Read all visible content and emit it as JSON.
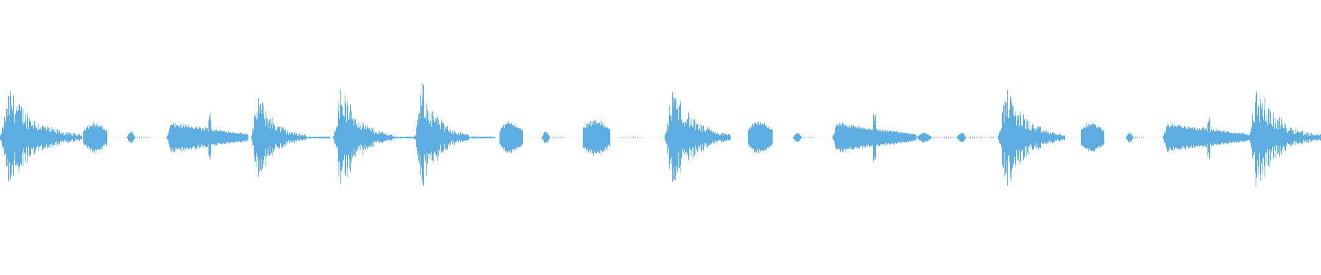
{
  "waveform": {
    "color": "#5dade2",
    "background": "#ffffff",
    "segments": [
      {
        "start": 0.0,
        "end": 0.062,
        "peak": 0.48,
        "shape": "burst"
      },
      {
        "start": 0.063,
        "end": 0.081,
        "peak": 0.14,
        "shape": "blob"
      },
      {
        "start": 0.096,
        "end": 0.102,
        "peak": 0.06,
        "shape": "tick"
      },
      {
        "start": 0.102,
        "end": 0.112,
        "peak": 0.008,
        "shape": "dots"
      },
      {
        "start": 0.126,
        "end": 0.188,
        "peak": 0.14,
        "shape": "ramp"
      },
      {
        "start": 0.158,
        "end": 0.16,
        "peak": 0.26,
        "shape": "spike"
      },
      {
        "start": 0.19,
        "end": 0.232,
        "peak": 0.43,
        "shape": "burst"
      },
      {
        "start": 0.232,
        "end": 0.25,
        "peak": 0.01,
        "shape": "flat"
      },
      {
        "start": 0.252,
        "end": 0.298,
        "peak": 0.51,
        "shape": "burst"
      },
      {
        "start": 0.298,
        "end": 0.314,
        "peak": 0.01,
        "shape": "flat"
      },
      {
        "start": 0.314,
        "end": 0.355,
        "peak": 0.52,
        "shape": "burst"
      },
      {
        "start": 0.355,
        "end": 0.375,
        "peak": 0.01,
        "shape": "flat"
      },
      {
        "start": 0.378,
        "end": 0.396,
        "peak": 0.15,
        "shape": "blob"
      },
      {
        "start": 0.41,
        "end": 0.416,
        "peak": 0.06,
        "shape": "tick"
      },
      {
        "start": 0.416,
        "end": 0.428,
        "peak": 0.008,
        "shape": "dots"
      },
      {
        "start": 0.441,
        "end": 0.462,
        "peak": 0.17,
        "shape": "blob"
      },
      {
        "start": 0.47,
        "end": 0.486,
        "peak": 0.008,
        "shape": "dots"
      },
      {
        "start": 0.503,
        "end": 0.553,
        "peak": 0.5,
        "shape": "burst"
      },
      {
        "start": 0.566,
        "end": 0.585,
        "peak": 0.15,
        "shape": "blob"
      },
      {
        "start": 0.6,
        "end": 0.607,
        "peak": 0.05,
        "shape": "tick"
      },
      {
        "start": 0.607,
        "end": 0.616,
        "peak": 0.008,
        "shape": "dots"
      },
      {
        "start": 0.63,
        "end": 0.694,
        "peak": 0.14,
        "shape": "ramp"
      },
      {
        "start": 0.661,
        "end": 0.663,
        "peak": 0.24,
        "shape": "spike"
      },
      {
        "start": 0.694,
        "end": 0.705,
        "peak": 0.05,
        "shape": "tick"
      },
      {
        "start": 0.705,
        "end": 0.723,
        "peak": 0.008,
        "shape": "dots"
      },
      {
        "start": 0.724,
        "end": 0.731,
        "peak": 0.05,
        "shape": "tick"
      },
      {
        "start": 0.731,
        "end": 0.752,
        "peak": 0.008,
        "shape": "dots"
      },
      {
        "start": 0.755,
        "end": 0.806,
        "peak": 0.5,
        "shape": "burst"
      },
      {
        "start": 0.818,
        "end": 0.836,
        "peak": 0.14,
        "shape": "blob"
      },
      {
        "start": 0.852,
        "end": 0.858,
        "peak": 0.05,
        "shape": "tick"
      },
      {
        "start": 0.858,
        "end": 0.866,
        "peak": 0.008,
        "shape": "dots"
      },
      {
        "start": 0.88,
        "end": 0.945,
        "peak": 0.14,
        "shape": "ramp"
      },
      {
        "start": 0.914,
        "end": 0.916,
        "peak": 0.22,
        "shape": "spike"
      },
      {
        "start": 0.945,
        "end": 1.0,
        "peak": 0.49,
        "shape": "burst"
      }
    ]
  }
}
